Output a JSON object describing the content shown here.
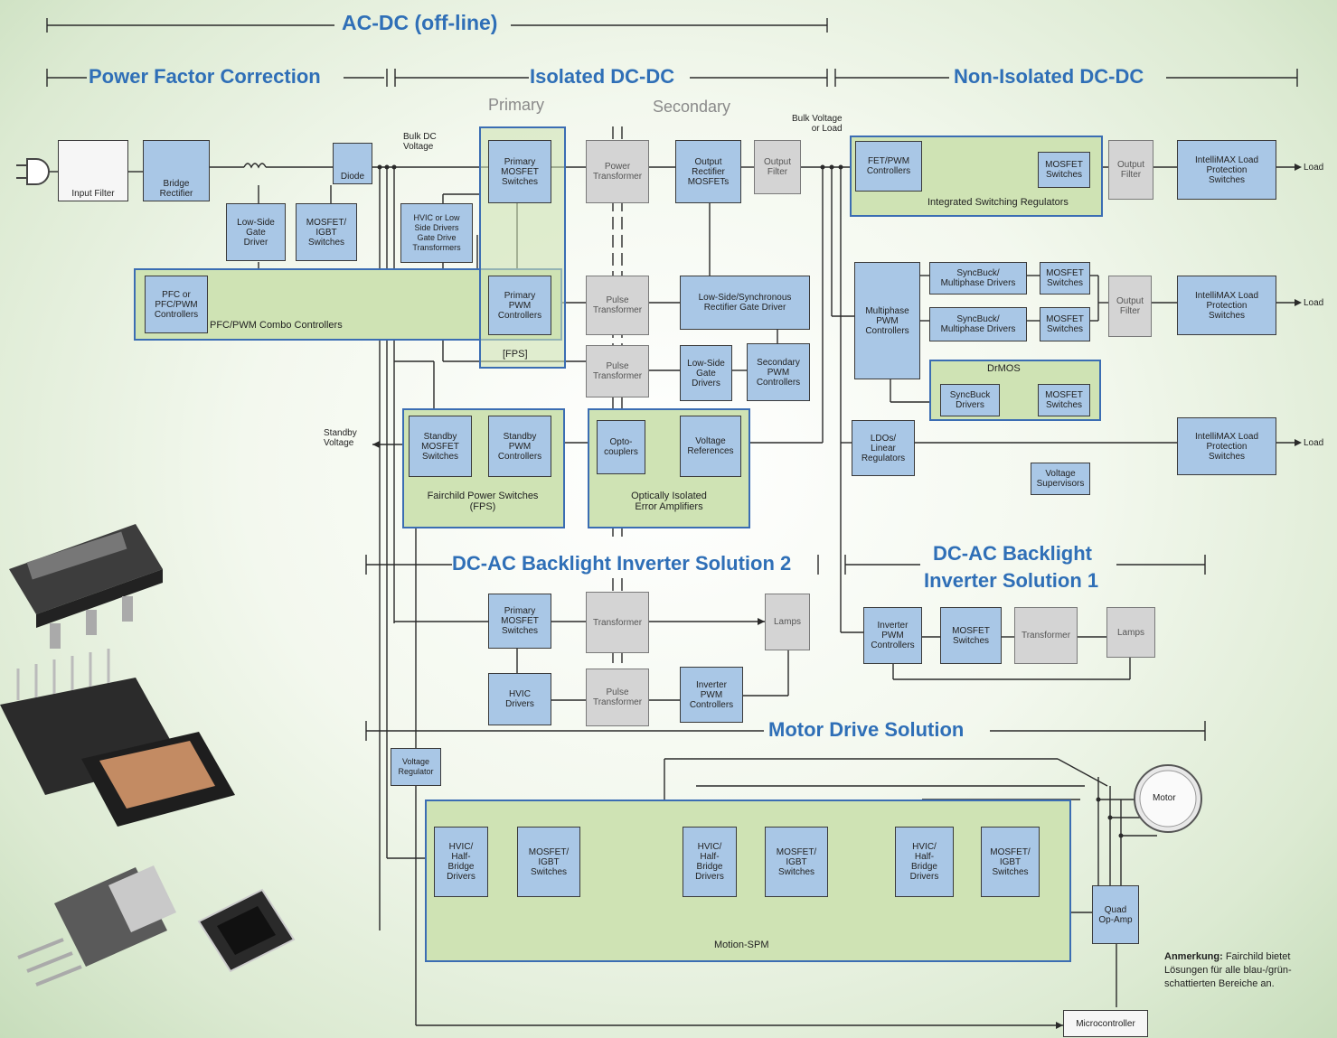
{
  "sections": {
    "acdc": "AC-DC (off-line)",
    "pfc": "Power Factor Correction",
    "isolated": "Isolated DC-DC",
    "nonisolated": "Non-Isolated DC-DC",
    "primary": "Primary",
    "secondary": "Secondary",
    "backlight2": "DC-AC Backlight Inverter Solution 2",
    "backlight1_l1": "DC-AC Backlight",
    "backlight1_l2": "Inverter Solution 1",
    "motor": "Motor Drive Solution"
  },
  "labels": {
    "bulk_dc": "Bulk DC\nVoltage",
    "bulk_load": "Bulk Voltage\nor Load",
    "standby_v": "Standby\nVoltage",
    "load1": "Load",
    "load2": "Load",
    "load3": "Load"
  },
  "blocks": {
    "input_filter": "Input Filter",
    "bridge": "Bridge\nRectifier",
    "diode": "Diode",
    "lowside": "Low-Side\nGate\nDriver",
    "mosfet_igbt": "MOSFET/\nIGBT\nSwitches",
    "pfc_ctrl": "PFC or\nPFC/PWM\nControllers",
    "hvic": "HVIC or Low\nSide Drivers\nGate Drive\nTransformers",
    "prim_mosfet": "Primary\nMOSFET\nSwitches",
    "prim_pwm": "Primary\nPWM\nControllers",
    "power_transformer": "Power\nTransformer",
    "output_rect": "Output\nRectifier\nMOSFETs",
    "output_filter1": "Output\nFilter",
    "pulse_transformer1": "Pulse\nTransformer",
    "sync_rect": "Low-Side/Synchronous\nRectifier Gate Driver",
    "pulse_transformer2": "Pulse\nTransformer",
    "low_side_gate": "Low-Side\nGate\nDrivers",
    "sec_pwm": "Secondary\nPWM\nControllers",
    "standby_mosfet": "Standby\nMOSFET\nSwitches",
    "standby_pwm": "Standby\nPWM\nControllers",
    "opto": "Opto-\ncouplers",
    "vref": "Voltage\nReferences",
    "fet_pwm": "FET/PWM\nControllers",
    "mosfet_sw1": "MOSFET\nSwitches",
    "output_filter2": "Output\nFilter",
    "intellimax1": "IntelliMAX Load\nProtection\nSwitches",
    "multiphase": "Multiphase\nPWM\nControllers",
    "syncbuck1": "SyncBuck/\nMultiphase Drivers",
    "mosfet_sw2": "MOSFET\nSwitches",
    "syncbuck2": "SyncBuck/\nMultiphase Drivers",
    "mosfet_sw3": "MOSFET\nSwitches",
    "output_filter3": "Output\nFilter",
    "intellimax2": "IntelliMAX Load\nProtection\nSwitches",
    "syncbuck3": "SyncBuck\nDrivers",
    "mosfet_sw4": "MOSFET\nSwitches",
    "ldo": "LDOs/\nLinear\nRegulators",
    "intellimax3": "IntelliMAX Load\nProtection\nSwitches",
    "vsup": "Voltage\nSupervisors",
    "inv_pwm1": "Inverter\nPWM\nControllers",
    "mosfet_sw5": "MOSFET\nSwitches",
    "transformer1": "Transformer",
    "lamps1": "Lamps",
    "prim_mosfet2": "Primary\nMOSFET\nSwitches",
    "transformer2": "Transformer",
    "lamps2": "Lamps",
    "hvic_drivers": "HVIC\nDrivers",
    "pulse_transformer3": "Pulse\nTransformer",
    "inv_pwm2": "Inverter\nPWM\nControllers",
    "vreg": "Voltage\nRegulator",
    "hvic_half1": "HVIC/\nHalf-\nBridge\nDrivers",
    "mosfet_igbt1": "MOSFET/\nIGBT\nSwitches",
    "hvic_half2": "HVIC/\nHalf-\nBridge\nDrivers",
    "mosfet_igbt2": "MOSFET/\nIGBT\nSwitches",
    "hvic_half3": "HVIC/\nHalf-\nBridge\nDrivers",
    "mosfet_igbt3": "MOSFET/\nIGBT\nSwitches",
    "quad_opamp": "Quad\nOp-Amp",
    "micro": "Microcontroller",
    "motor": "Motor"
  },
  "regions": {
    "pfc_combo": "PFC/PWM Combo Controllers",
    "fps_top": "[FPS]",
    "isr": "Integrated Switching Regulators",
    "drmos": "DrMOS",
    "fps": "Fairchild Power Switches\n(FPS)",
    "opto_iso": "Optically Isolated\nError Amplifiers",
    "spm": "Motion-SPM"
  },
  "note": {
    "bold": "Anmerkung:",
    "text": " Fairchild bietet Lösungen für alle blau-/grün-schattierten Bereiche an."
  }
}
